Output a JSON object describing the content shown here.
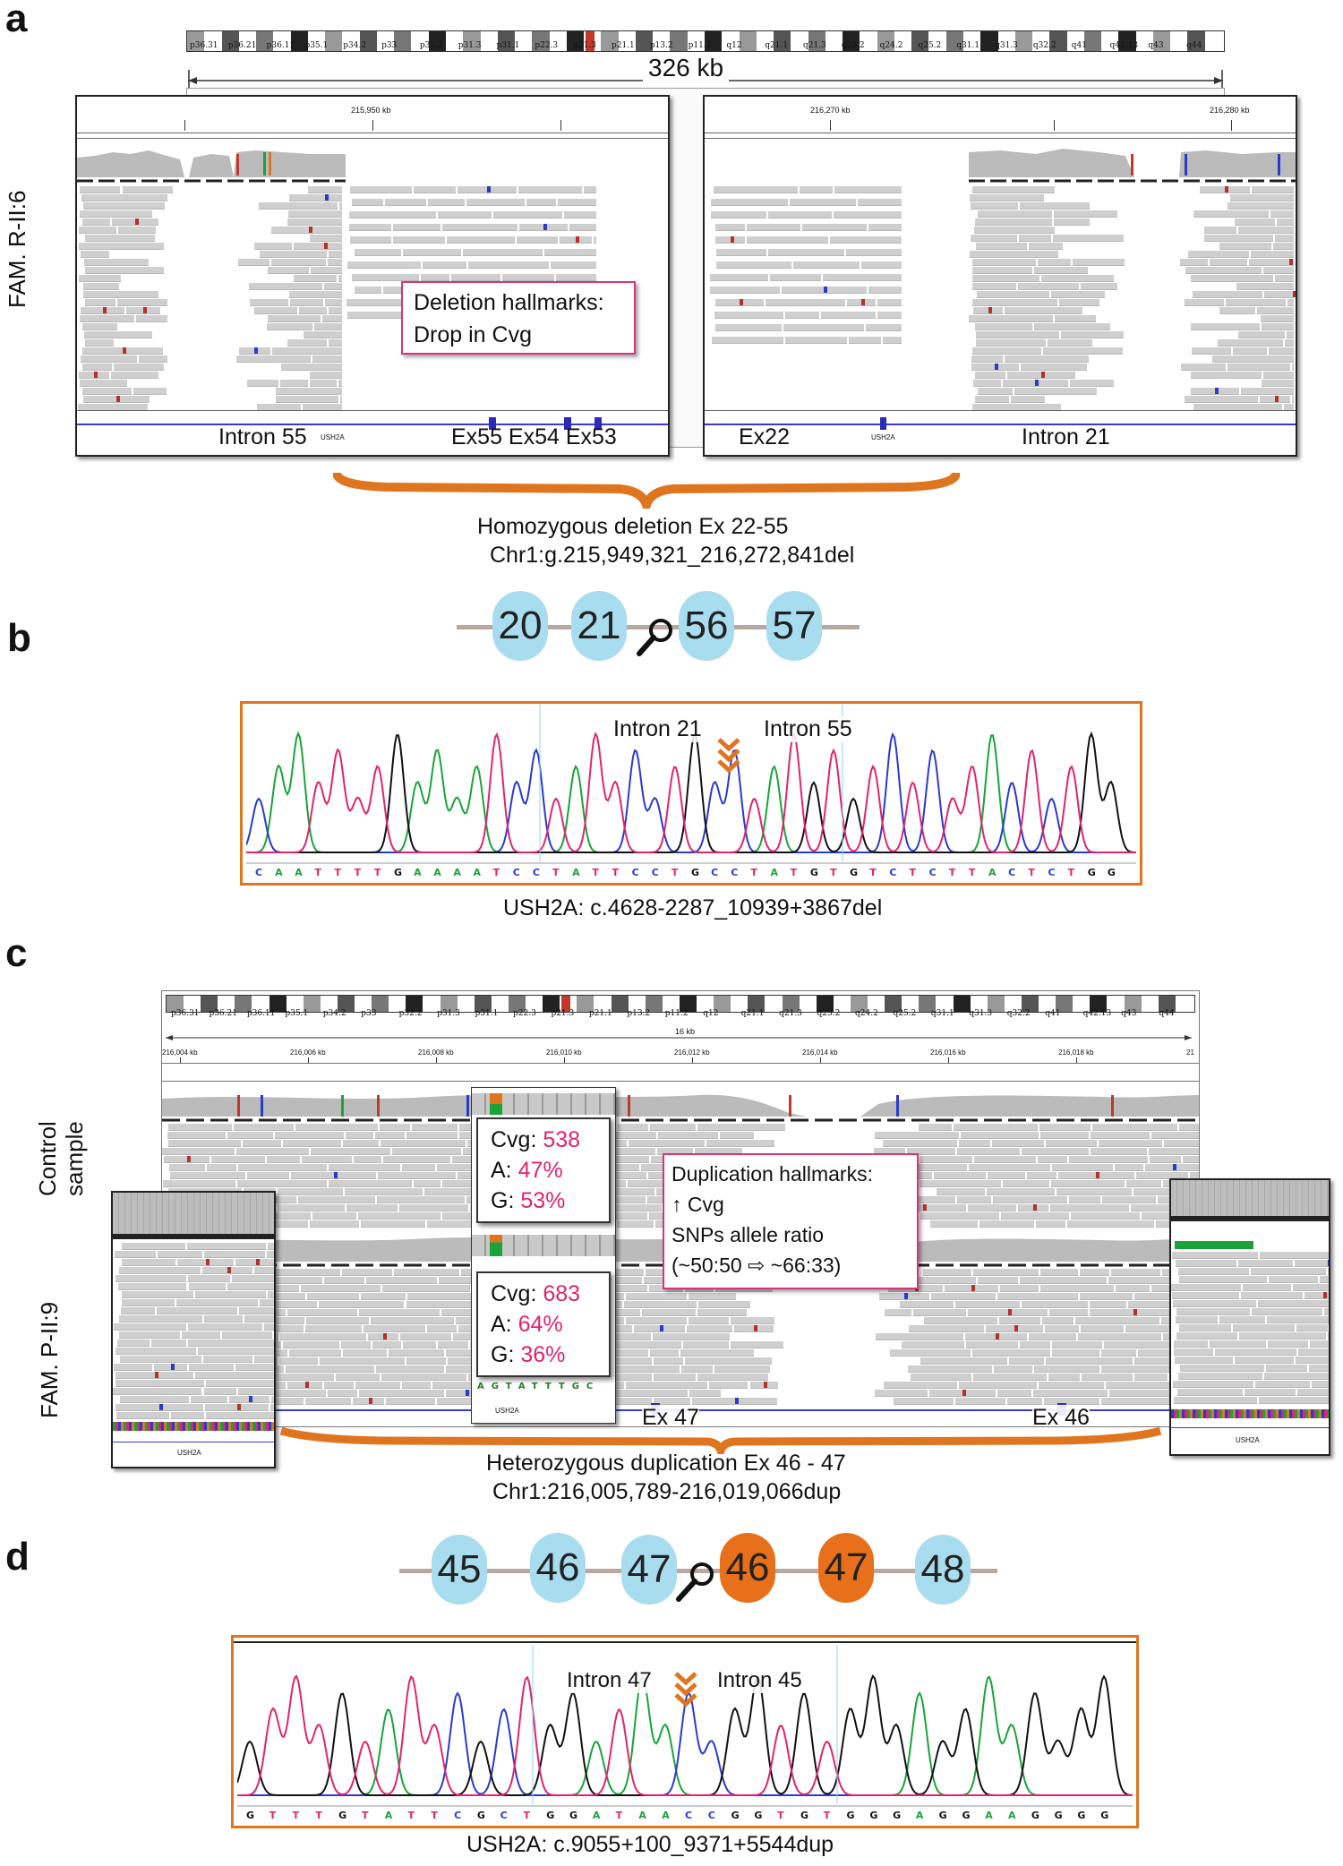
{
  "panels": {
    "a": {
      "letter": "a",
      "side_label": "FAM. R-II:6",
      "ideogram_bands": [
        "p36.31",
        "p36.21",
        "p36.11",
        "p35.1",
        "p34.2",
        "p33",
        "p32.2",
        "p31.3",
        "p31.1",
        "p22.3",
        "p21.3",
        "p21.1",
        "p13.2",
        "p11.2",
        "q12",
        "q21.1",
        "q21.3",
        "q23.2",
        "q24.2",
        "q25.2",
        "q31.1",
        "q31.3",
        "q32.2",
        "q41",
        "q42.13",
        "q43",
        "q44"
      ],
      "span_label": "326 kb",
      "left_track_coord": "215,950 kb",
      "right_track_coords": [
        "216,270 kb",
        "216,280 kb"
      ],
      "gene_name": "USH2A",
      "left_labels": {
        "intron": "Intron 55",
        "exons": "Ex55 Ex54 Ex53"
      },
      "right_labels": {
        "exon": "Ex22",
        "intron": "Intron 21"
      },
      "callout_title": "Deletion hallmarks:",
      "callout_body": "Drop in Cvg",
      "caption_line1": "Homozygous deletion Ex 22-55",
      "caption_line2": "Chr1:g.215,949,321_216,272,841del"
    },
    "b": {
      "letter": "b",
      "exons": [
        "20",
        "21",
        "56",
        "57"
      ],
      "intron_left": "Intron 21",
      "intron_right": "Intron 55",
      "sequence": "CAATTTTGAAAATCCTATTCCTGCCTATGTGTCTCTTACTCTGG",
      "caption": "USH2A: c.4628-2287_10939+3867del"
    },
    "c": {
      "letter": "c",
      "control_label_line1": "Control",
      "control_label_line2": "sample",
      "patient_label": "FAM. P-II:9",
      "span_label": "16 kb",
      "coords": [
        "216,004 kb",
        "216,006 kb",
        "216,008 kb",
        "216,010 kb",
        "216,012 kb",
        "216,014 kb",
        "216,016 kb",
        "216,018 kb",
        "21"
      ],
      "control_stats": {
        "cvg_label": "Cvg: ",
        "cvg": "538",
        "a_label": "A: ",
        "a": "47%",
        "g_label": "G: ",
        "g": "53%"
      },
      "patient_stats": {
        "cvg_label": "Cvg: ",
        "cvg": "683",
        "a_label": "A: ",
        "a": "64%",
        "g_label": "G: ",
        "g": "36%"
      },
      "snp_seq": "AGTATTTGC",
      "callout_title": "Duplication hallmarks:",
      "callout_line1": "↑ Cvg",
      "callout_line2": "SNPs allele ratio",
      "callout_line3": "(~50:50 ⇨ ~66:33)",
      "exon_47": "Ex 47",
      "exon_46": "Ex 46",
      "gene_name": "USH2A",
      "caption_line1": "Heterozygous duplication Ex 46 - 47",
      "caption_line2": "Chr1:216,005,789-216,019,066dup"
    },
    "d": {
      "letter": "d",
      "exons": [
        "45",
        "46",
        "47",
        "46",
        "47",
        "48"
      ],
      "intron_left": "Intron 47",
      "intron_right": "Intron 45",
      "sequence": "GTTTGTATTCGCTGGATAACCGGTGTGGGAGGAAGGGG",
      "caption": "USH2A: c.9055+100_9371+5544dup"
    }
  },
  "colors": {
    "orange": "#e07520",
    "exon_blue": "#a8dcef",
    "exon_orange": "#e8701a",
    "callout_pink": "#d6357a",
    "base_A": "#1aa33a",
    "base_C": "#2a3acb",
    "base_G": "#111111",
    "base_T": "#e0246f"
  }
}
